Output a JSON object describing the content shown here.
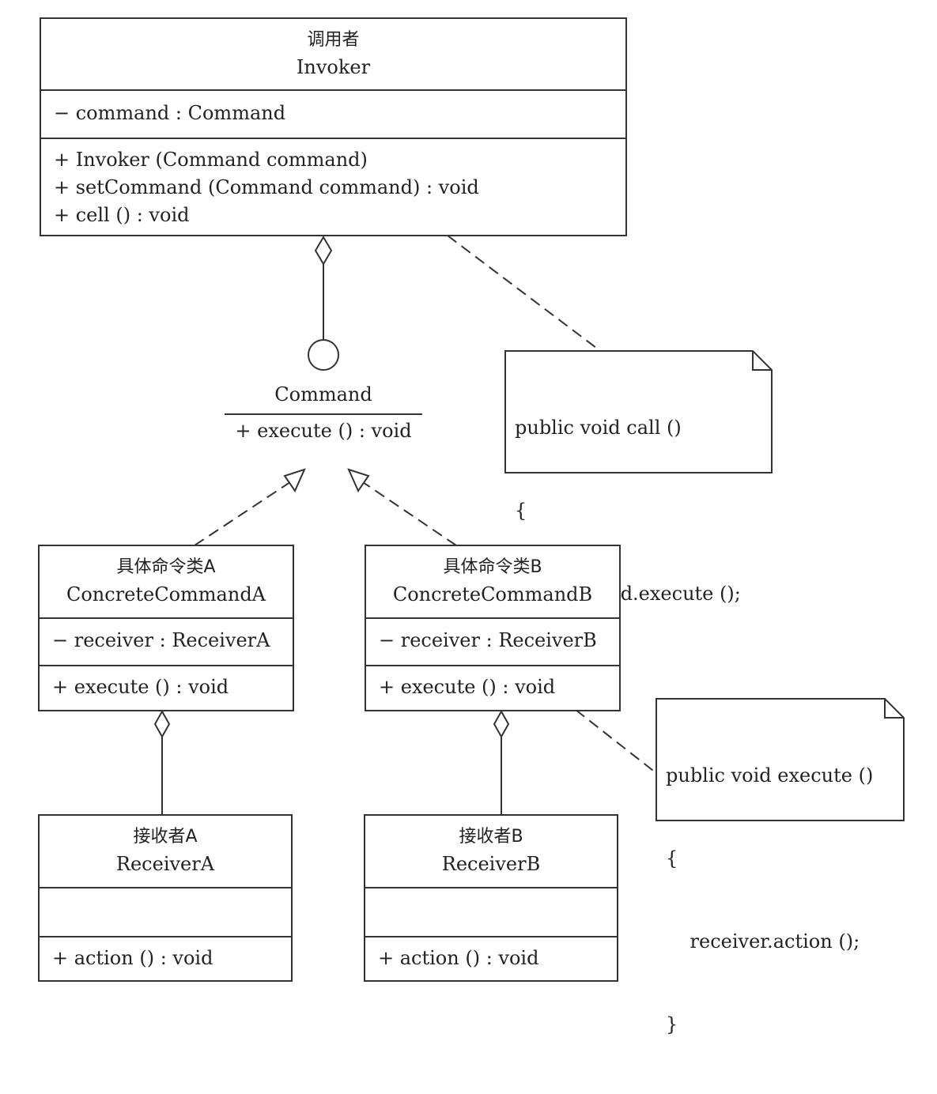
{
  "invoker": {
    "name_cn": "调用者",
    "name_en": "Invoker",
    "attributes": [
      "− command : Command"
    ],
    "methods": [
      "+ Invoker (Command command)",
      "+ setCommand (Command command) : void",
      "+ cell () : void"
    ]
  },
  "command": {
    "name": "Command",
    "method": "+ execute () : void"
  },
  "note_call": {
    "lines": [
      "public void call ()",
      "{",
      "    command.execute ();",
      "}"
    ]
  },
  "note_execute": {
    "lines": [
      "public void execute ()",
      "{",
      "    receiver.action ();",
      "}"
    ]
  },
  "concrete_a": {
    "name_cn": "具体命令类A",
    "name_en": "ConcreteCommandA",
    "attribute": "− receiver : ReceiverA",
    "method": "+ execute () : void"
  },
  "concrete_b": {
    "name_cn": "具体命令类B",
    "name_en": "ConcreteCommandB",
    "attribute": "− receiver : ReceiverB",
    "method": "+ execute () : void"
  },
  "receiver_a": {
    "name_cn": "接收者A",
    "name_en": "ReceiverA",
    "method": "+ action () : void"
  },
  "receiver_b": {
    "name_cn": "接收者B",
    "name_en": "ReceiverB",
    "method": "+ action () : void"
  }
}
